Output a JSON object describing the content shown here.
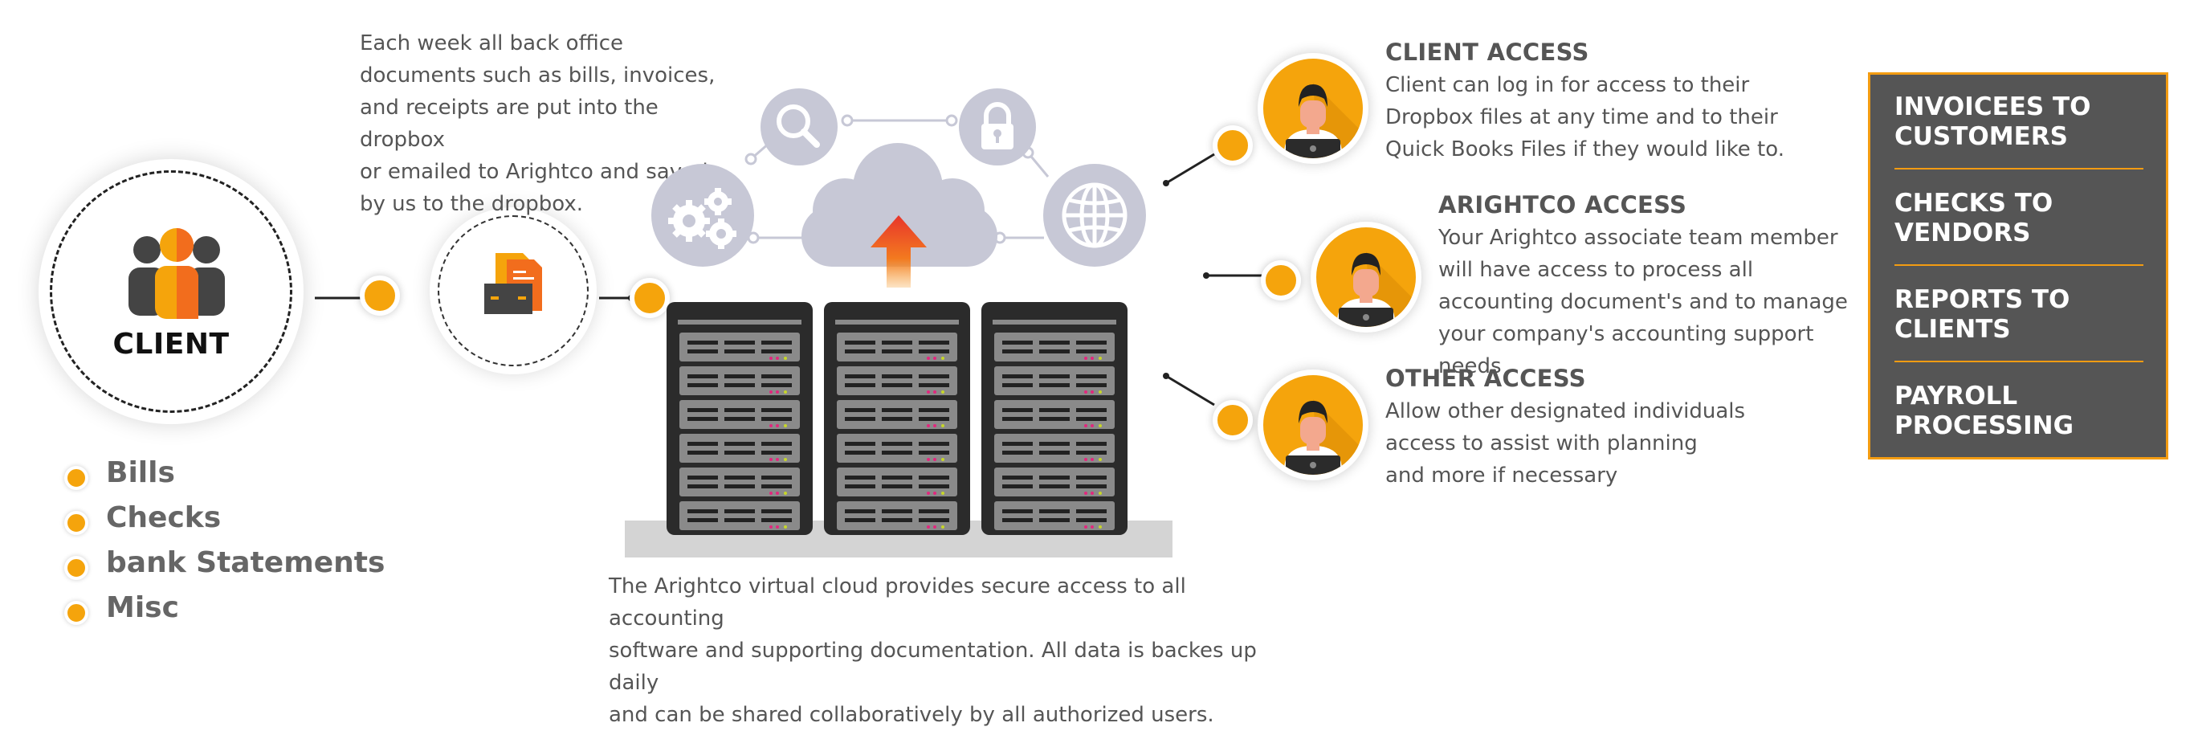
{
  "client": {
    "label": "CLIENT"
  },
  "dropbox_note": {
    "lines": [
      "Each week all back office",
      "documents such as bills, invoices,",
      "and receipts are put into the dropbox",
      "or emailed to Arightco and saved",
      "by us to the dropbox."
    ]
  },
  "documents": {
    "items": [
      "Bills",
      "Checks",
      "bank Statements",
      "Misc"
    ]
  },
  "cloud_note": {
    "lines": [
      "The Arightco virtual cloud provides secure access to all accounting",
      "software and supporting documentation. All data is backes up daily",
      "and can be shared collaboratively by all authorized users."
    ]
  },
  "access": [
    {
      "title": "CLIENT ACCESS",
      "lines": [
        "Client can log in for access to their",
        "Dropbox files at any time and to their",
        "Quick Books Files if they would like to."
      ]
    },
    {
      "title": "ARIGHTCO ACCESS",
      "lines": [
        "Your Arightco associate team member",
        "will have access to process all",
        "accounting document's and to manage",
        "your company's accounting support needs"
      ]
    },
    {
      "title": "OTHER ACCESS",
      "lines": [
        "Allow other designated individuals",
        "access to assist with planning",
        "and more if necessary"
      ]
    }
  ],
  "services": [
    {
      "line1": "INVOICEES TO",
      "line2": "CUSTOMERS"
    },
    {
      "line1": "CHECKS TO",
      "line2": "VENDORS"
    },
    {
      "line1": "REPORTS TO",
      "line2": "CLIENTS"
    },
    {
      "line1": "PAYROLL",
      "line2": "PROCESSING"
    }
  ],
  "colors": {
    "accent": "#f5a40c",
    "panel": "#555555",
    "cloud": "#c7c8d6",
    "server": "#2b2b2b"
  },
  "icons": [
    "client-group-icon",
    "documents-icon",
    "search-icon",
    "lock-icon",
    "gears-icon",
    "cloud-icon",
    "globe-icon",
    "upload-arrow-icon",
    "server-rack-icon",
    "person-laptop-icon"
  ]
}
